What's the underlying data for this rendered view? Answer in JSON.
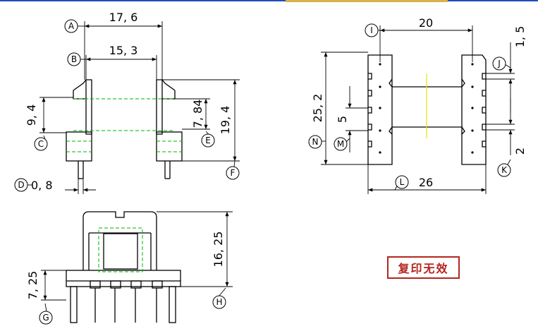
{
  "stamp": {
    "text": "复印无效"
  },
  "labels": {
    "A": "A",
    "B": "B",
    "C": "C",
    "D": "D",
    "E": "E",
    "F": "F",
    "G": "G",
    "H": "H",
    "I": "I",
    "J": "J",
    "K": "K",
    "L": "L",
    "M": "M",
    "N": "N"
  },
  "dimensions": {
    "A": "17, 6",
    "B": "15, 3",
    "C": "9, 4",
    "D": "0, 8",
    "E": "7, 84",
    "F": "19, 4",
    "G": "7, 25",
    "H": "16, 25",
    "I": "20",
    "J": "1, 5",
    "K": "2",
    "L": "26",
    "M": "5",
    "N": "25, 2"
  },
  "colors": {
    "drawing": "#000000",
    "hidden_line": "#00b400",
    "center_line": "#e6e600",
    "stamp": "#b3261e",
    "header": "#1b4fb8"
  }
}
